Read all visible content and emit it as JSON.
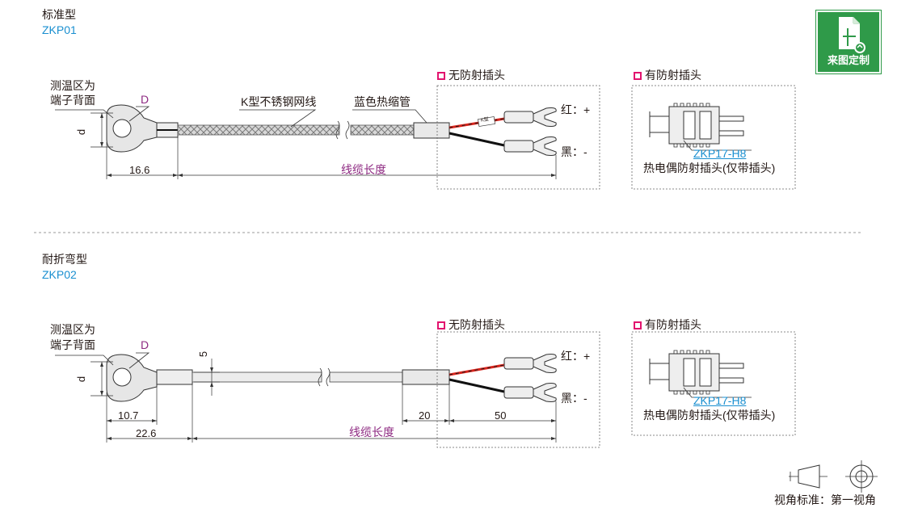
{
  "section1": {
    "title": "标准型",
    "code": "ZKP01",
    "temp_zone_line1": "测温区为",
    "temp_zone_line2": "端子背面",
    "d_label": "D",
    "dim_d": "d",
    "wire_label": "K型不锈钢网线",
    "sleeve_label": "蓝色热缩管",
    "dim_16_6": "16.6",
    "cable_length": "线缆长度",
    "tag_k": "K型",
    "red_lead": "红：+",
    "black_lead": "黑：-",
    "no_shield_title": "无防射插头",
    "shield_title": "有防射插头",
    "plug_code": "ZKP17-H8",
    "plug_desc": "热电偶防射插头(仅带插头)"
  },
  "section2": {
    "title": "耐折弯型",
    "code": "ZKP02",
    "temp_zone_line1": "测温区为",
    "temp_zone_line2": "端子背面",
    "d_label": "D",
    "dim_d": "d",
    "dim_5": "5",
    "dim_10_7": "10.7",
    "dim_22_6": "22.6",
    "dim_20": "20",
    "dim_50": "50",
    "cable_length": "线缆长度",
    "red_lead": "红：+",
    "black_lead": "黑：-",
    "no_shield_title": "无防射插头",
    "shield_title": "有防射插头",
    "plug_code": "ZKP17-H8",
    "plug_desc": "热电偶防射插头(仅带插头)"
  },
  "badge": {
    "label": "来图定制",
    "icon": "document-icon"
  },
  "view_standard": "视角标准：第一视角",
  "colors": {
    "pink": "#e2136e",
    "purple": "#8e2a82",
    "blue": "#1a8fd0",
    "green": "#2f9a49",
    "red": "#d8251d"
  }
}
